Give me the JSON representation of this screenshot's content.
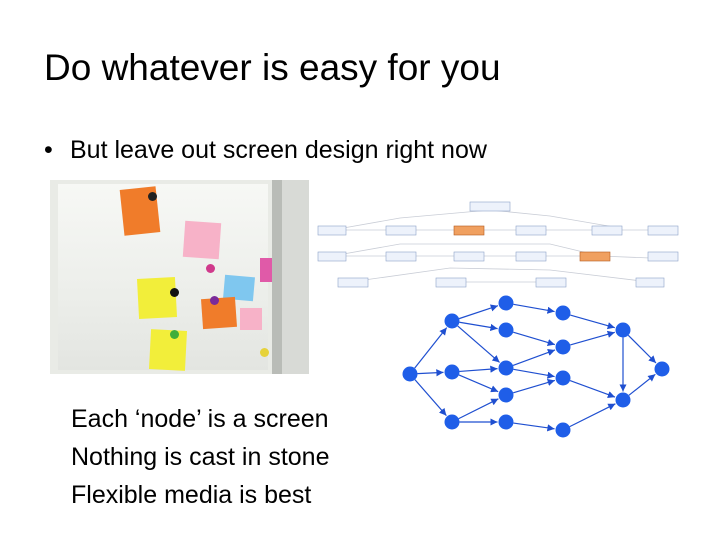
{
  "slide": {
    "title": "Do whatever is easy for you",
    "bullet": "But leave out screen design right now",
    "bullet_marker": "•",
    "notes": [
      "Each ‘node’ is a screen",
      "Nothing is cast in stone",
      "Flexible media is best"
    ]
  },
  "colors": {
    "node_blue": "#1f5ee8",
    "edge_blue": "#1f4fd0",
    "sticky_orange": "#f07c2a",
    "sticky_pink": "#f7b2c8",
    "sticky_yellow": "#f2ee3a",
    "sticky_magenta": "#e05aa8",
    "sticky_blue": "#7fc7ef"
  }
}
